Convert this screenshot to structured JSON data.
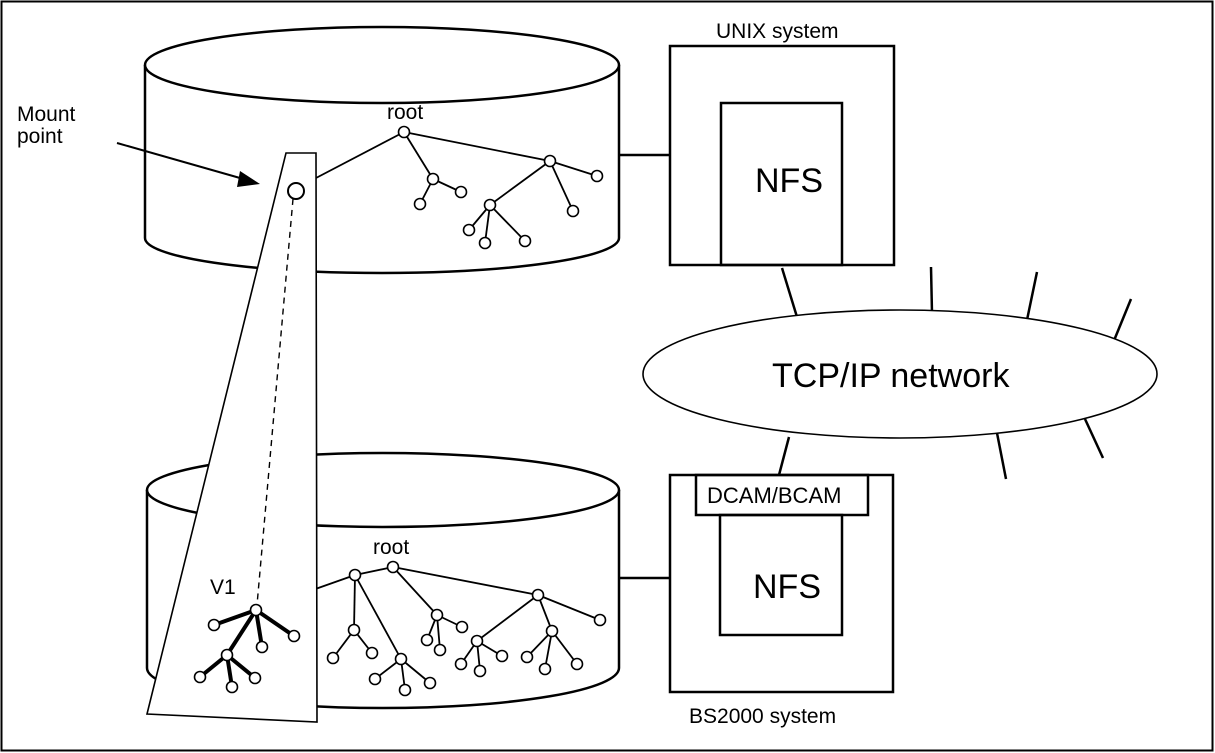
{
  "labels": {
    "unix_system": "UNIX system",
    "bs2000_system": "BS2000 system",
    "nfs_top": "NFS",
    "nfs_bottom": "NFS",
    "dcam_bcam": "DCAM/BCAM",
    "tcpip_network": "TCP/IP network",
    "mount_point_line1": "Mount",
    "mount_point_line2": "point",
    "root_top": "root",
    "root_bottom": "root",
    "v1": "V1"
  }
}
